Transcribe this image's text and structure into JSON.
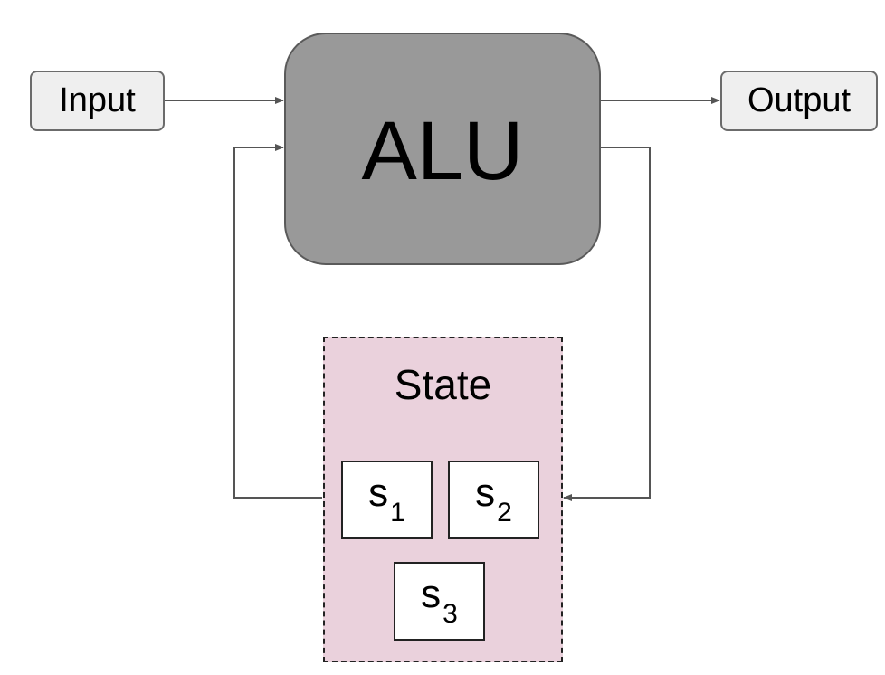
{
  "diagram": {
    "input_label": "Input",
    "output_label": "Output",
    "alu_label": "ALU",
    "state_label": "State",
    "variables": [
      {
        "letter": "s",
        "subscript": "1"
      },
      {
        "letter": "s",
        "subscript": "2"
      },
      {
        "letter": "s",
        "subscript": "3"
      }
    ]
  },
  "colors": {
    "alu_fill": "#999999",
    "state_fill": "#ead1dc",
    "io_fill": "#efefef",
    "connector": "#555555"
  }
}
